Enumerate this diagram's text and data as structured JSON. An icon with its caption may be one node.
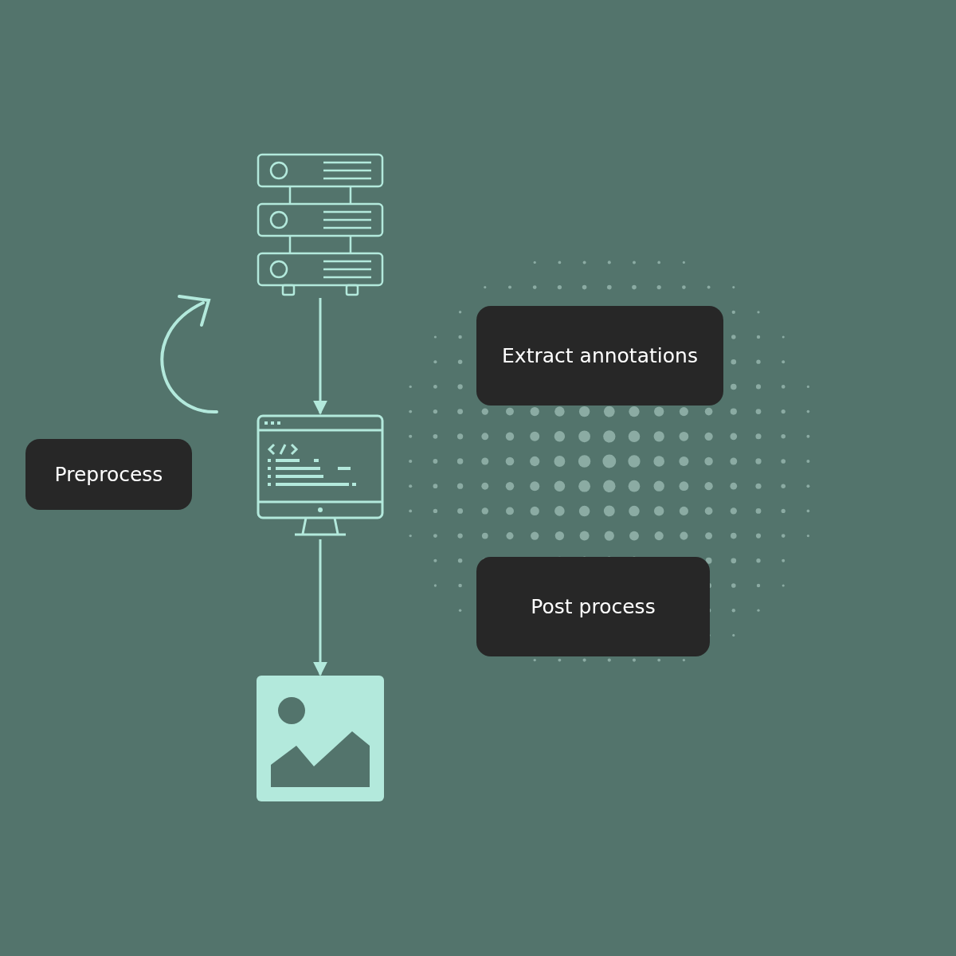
{
  "diagram": {
    "nodes": [
      {
        "text": [],
        "shape": "server"
      },
      {
        "text": [
          "Extract annotations"
        ]
      },
      {
        "text": [],
        "shape": "monitor"
      },
      {
        "text": [
          "Preprocess"
        ]
      },
      {
        "text": [
          "Post process"
        ]
      },
      {
        "text": [],
        "shape": "image"
      }
    ],
    "edges": [
      {
        "from": 0,
        "to": 2,
        "arrow": "to"
      },
      {
        "from": 2,
        "to": 5,
        "arrow": "to"
      }
    ]
  }
}
